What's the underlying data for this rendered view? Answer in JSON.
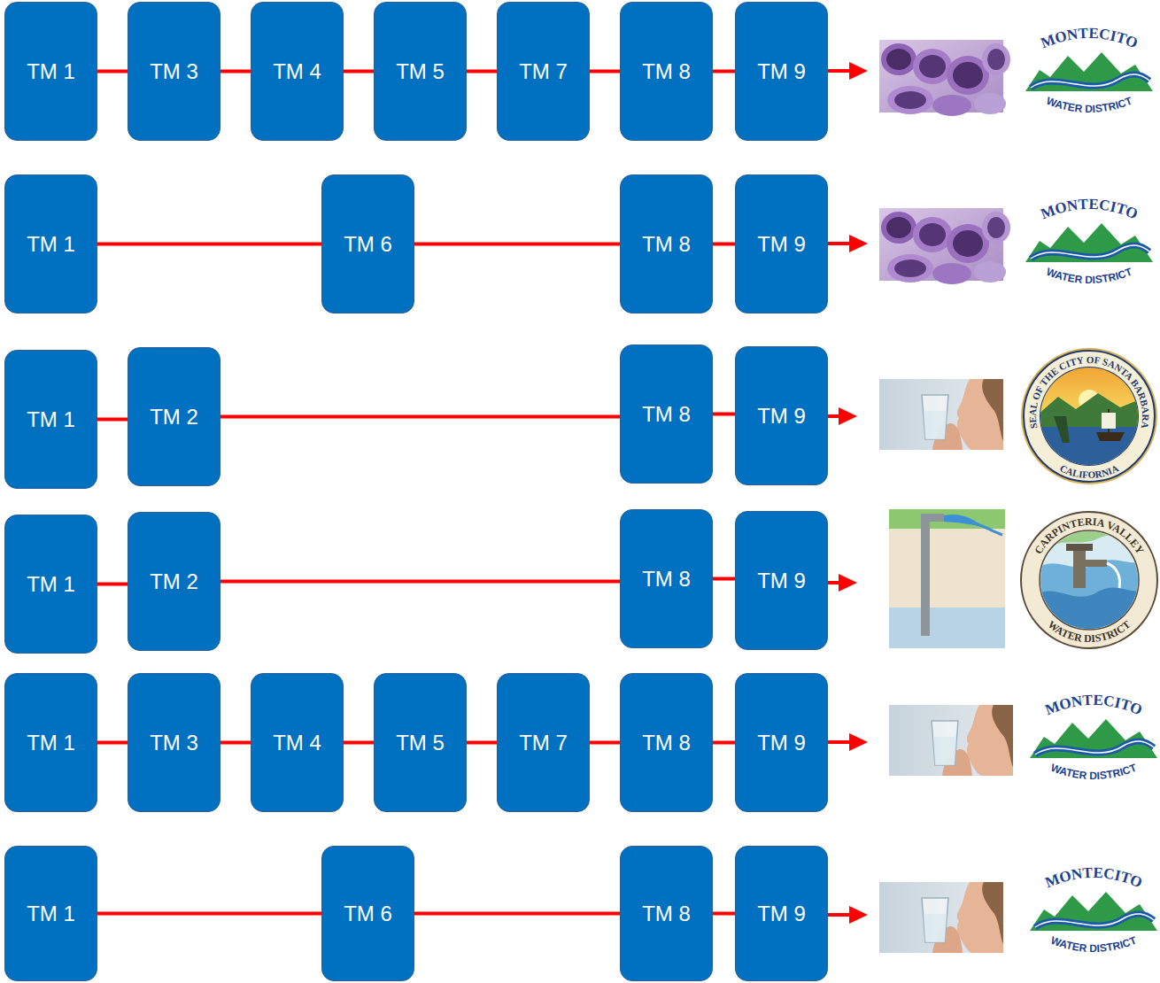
{
  "diagram": {
    "nodes": [
      {
        "text": [
          "TM 1"
        ]
      },
      {
        "text": [
          "TM 3"
        ]
      },
      {
        "text": [
          "TM 4"
        ]
      },
      {
        "text": [
          "TM 5"
        ]
      },
      {
        "text": [
          "TM 7"
        ]
      },
      {
        "text": [
          "TM 8"
        ]
      },
      {
        "text": [
          "TM 9"
        ]
      },
      {
        "text": [
          "TM 1"
        ]
      },
      {
        "text": [
          "TM 6"
        ]
      },
      {
        "text": [
          "TM 8"
        ]
      },
      {
        "text": [
          "TM 9"
        ]
      },
      {
        "text": [
          "TM 1"
        ]
      },
      {
        "text": [
          "TM 2"
        ]
      },
      {
        "text": [
          "TM 8"
        ]
      },
      {
        "text": [
          "TM 9"
        ]
      },
      {
        "text": [
          "TM 1"
        ]
      },
      {
        "text": [
          "TM 2"
        ]
      },
      {
        "text": [
          "TM 8"
        ]
      },
      {
        "text": [
          "TM 9"
        ]
      },
      {
        "text": [
          "TM 1"
        ]
      },
      {
        "text": [
          "TM 3"
        ]
      },
      {
        "text": [
          "TM 4"
        ]
      },
      {
        "text": [
          "TM 5"
        ]
      },
      {
        "text": [
          "TM 7"
        ]
      },
      {
        "text": [
          "TM 8"
        ]
      },
      {
        "text": [
          "TM 9"
        ]
      },
      {
        "text": [
          "TM 1"
        ]
      },
      {
        "text": [
          "TM 6"
        ]
      },
      {
        "text": [
          "TM 8"
        ]
      },
      {
        "text": [
          "TM 9"
        ]
      }
    ],
    "edges": [
      {
        "from": 0,
        "to": 1,
        "arrow": "none"
      },
      {
        "from": 1,
        "to": 2,
        "arrow": "none"
      },
      {
        "from": 2,
        "to": 3,
        "arrow": "none"
      },
      {
        "from": 3,
        "to": 4,
        "arrow": "none"
      },
      {
        "from": 4,
        "to": 5,
        "arrow": "none"
      },
      {
        "from": 5,
        "to": 6,
        "arrow": "none"
      },
      {
        "from": 7,
        "to": 8,
        "arrow": "none"
      },
      {
        "from": 8,
        "to": 9,
        "arrow": "none"
      },
      {
        "from": 9,
        "to": 10,
        "arrow": "none"
      },
      {
        "from": 11,
        "to": 12,
        "arrow": "none"
      },
      {
        "from": 12,
        "to": 13,
        "arrow": "none"
      },
      {
        "from": 13,
        "to": 14,
        "arrow": "none"
      },
      {
        "from": 15,
        "to": 16,
        "arrow": "none"
      },
      {
        "from": 16,
        "to": 17,
        "arrow": "none"
      },
      {
        "from": 17,
        "to": 18,
        "arrow": "none"
      },
      {
        "from": 19,
        "to": 20,
        "arrow": "none"
      },
      {
        "from": 20,
        "to": 21,
        "arrow": "none"
      },
      {
        "from": 21,
        "to": 22,
        "arrow": "none"
      },
      {
        "from": 22,
        "to": 23,
        "arrow": "none"
      },
      {
        "from": 23,
        "to": 24,
        "arrow": "none"
      },
      {
        "from": 24,
        "to": 25,
        "arrow": "none"
      },
      {
        "from": 26,
        "to": 27,
        "arrow": "none"
      },
      {
        "from": 27,
        "to": 28,
        "arrow": "none"
      },
      {
        "from": 28,
        "to": 29,
        "arrow": "none"
      }
    ],
    "labels": [
      "MONTECITO",
      "WATER DISTRICT",
      "MONTECITO",
      "WATER DISTRICT",
      "SEAL OF THE CITY OF SANTA BARBARA",
      "CALIFORNIA",
      "CARPINTERIA VALLEY",
      "WATER DISTRICT",
      "MONTECITO",
      "WATER DISTRICT",
      "MONTECITO",
      "WATER DISTRICT"
    ]
  }
}
